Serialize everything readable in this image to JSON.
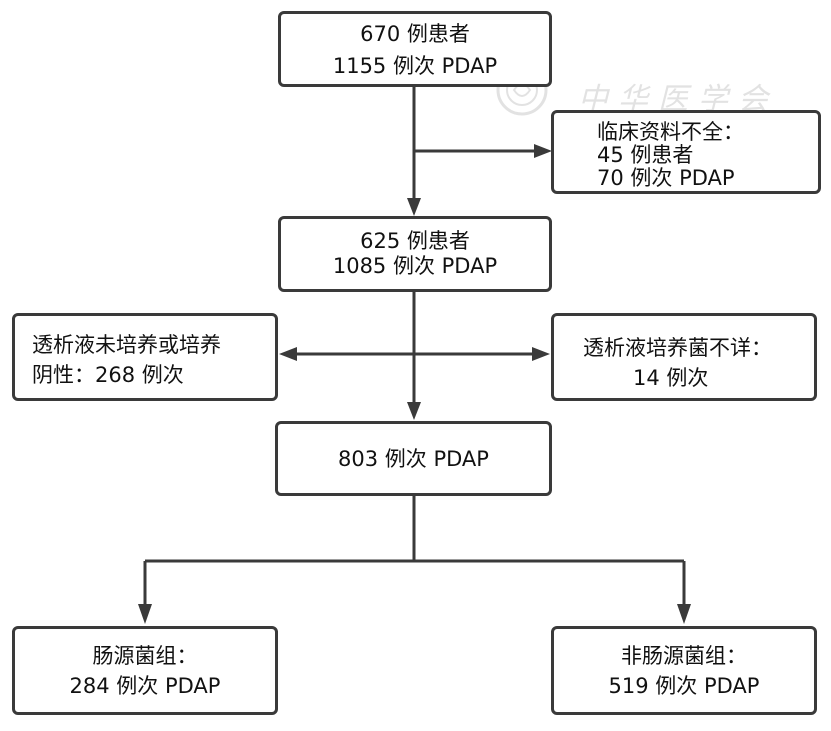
{
  "nodes": {
    "total": {
      "line1": "670 例患者",
      "line2": "1155 例次 PDAP"
    },
    "excluded_incomplete": {
      "line1": "临床资料不全：",
      "line2": "45 例患者",
      "line3": "70 例次 PDAP"
    },
    "after_exclusion": {
      "line1": "625 例患者",
      "line2": "1085 例次 PDAP"
    },
    "culture_negative": {
      "line1": "透析液未培养或培养",
      "line2": "阴性：268 例次"
    },
    "culture_unknown": {
      "line1": "透析液培养菌不详：",
      "line2": "14 例次"
    },
    "included": {
      "line1": "803 例次 PDAP"
    },
    "enteric_group": {
      "line1": "肠源菌组：",
      "line2": "284 例次 PDAP"
    },
    "non_enteric_group": {
      "line1": "非肠源菌组：",
      "line2": "519 例次 PDAP"
    }
  },
  "watermark": {
    "text": "中华医学会",
    "icon": "seal-emblem-icon"
  },
  "colors": {
    "stroke": "#3a3a3a",
    "background": "#ffffff",
    "watermark": "#999999"
  }
}
